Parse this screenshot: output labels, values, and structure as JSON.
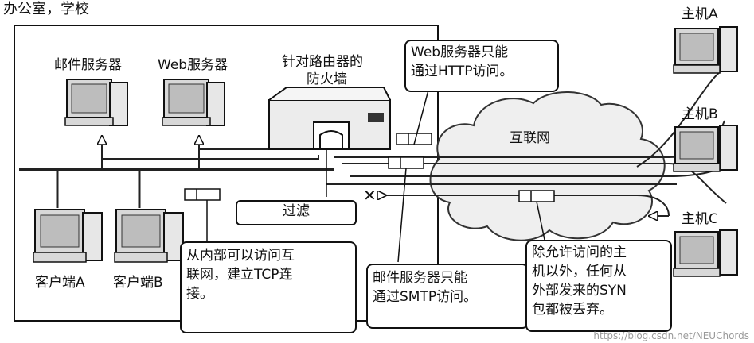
{
  "office_label": "办公室，学校",
  "servers": {
    "mail": "邮件服务器",
    "web": "Web服务器"
  },
  "firewall": {
    "line1": "针对路由器的",
    "line2": "防火墙",
    "filter": "过滤"
  },
  "internet": "互联网",
  "hosts": [
    "主机A",
    "主机B",
    "主机C"
  ],
  "clients": [
    "客户端A",
    "客户端B"
  ],
  "notes": {
    "web": [
      "Web服务器只能",
      "通过HTTP访问。"
    ],
    "inside": [
      "从内部可以访问互",
      "联网，建立TCP连",
      "接。"
    ],
    "mail": [
      "邮件服务器只能",
      "通过SMTP访问。"
    ],
    "syn": [
      "除允许访问的主",
      "机以外，任何从",
      "外部发来的SYN",
      "包都被丢弃。"
    ]
  },
  "watermark": "https://blog.csdn.net/NEUChords"
}
